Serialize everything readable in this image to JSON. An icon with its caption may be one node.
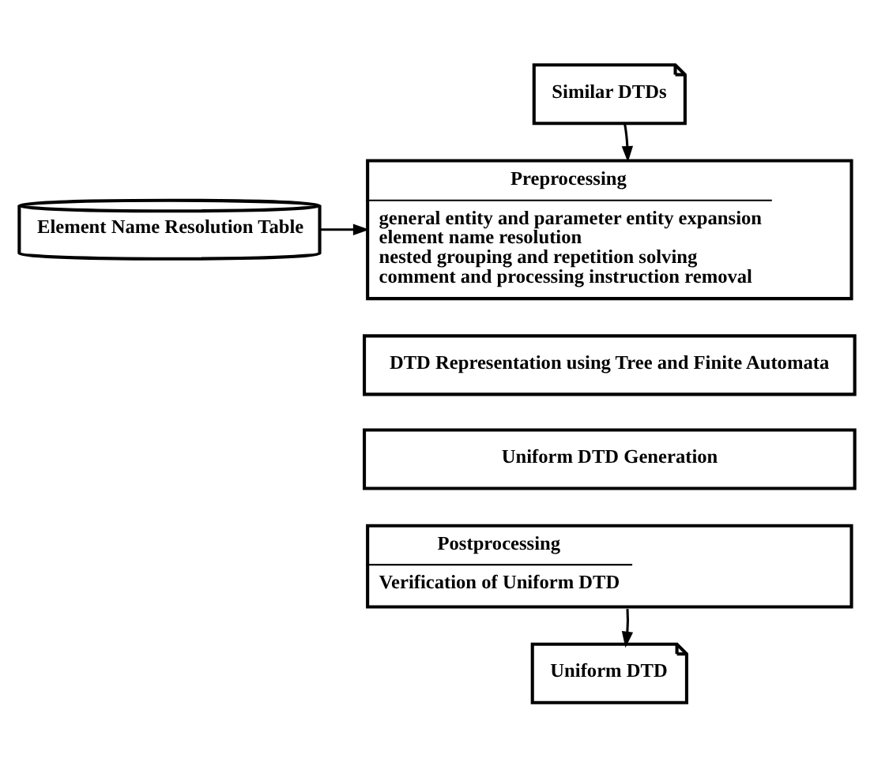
{
  "diagram": {
    "nodes": [
      {
        "text": [
          "Similar DTDs"
        ]
      },
      {
        "text": [
          "Preprocessing",
          "general entity and parameter entity expansion",
          "element name resolution",
          "nested grouping and repetition solving",
          "comment and processing instruction removal"
        ]
      },
      {
        "text": [
          "Element Name Resolution Table"
        ]
      },
      {
        "text": [
          "DTD Representation using Tree and Finite Automata"
        ]
      },
      {
        "text": [
          "Uniform DTD Generation"
        ]
      },
      {
        "text": [
          "Postprocessing",
          "Verification of Uniform DTD"
        ]
      },
      {
        "text": [
          "Uniform DTD"
        ]
      }
    ],
    "edges": [
      {
        "from": 0,
        "to": 1,
        "arrow": "to"
      },
      {
        "from": 2,
        "to": 1,
        "arrow": "to"
      },
      {
        "from": 5,
        "to": 6,
        "arrow": "to"
      }
    ]
  }
}
